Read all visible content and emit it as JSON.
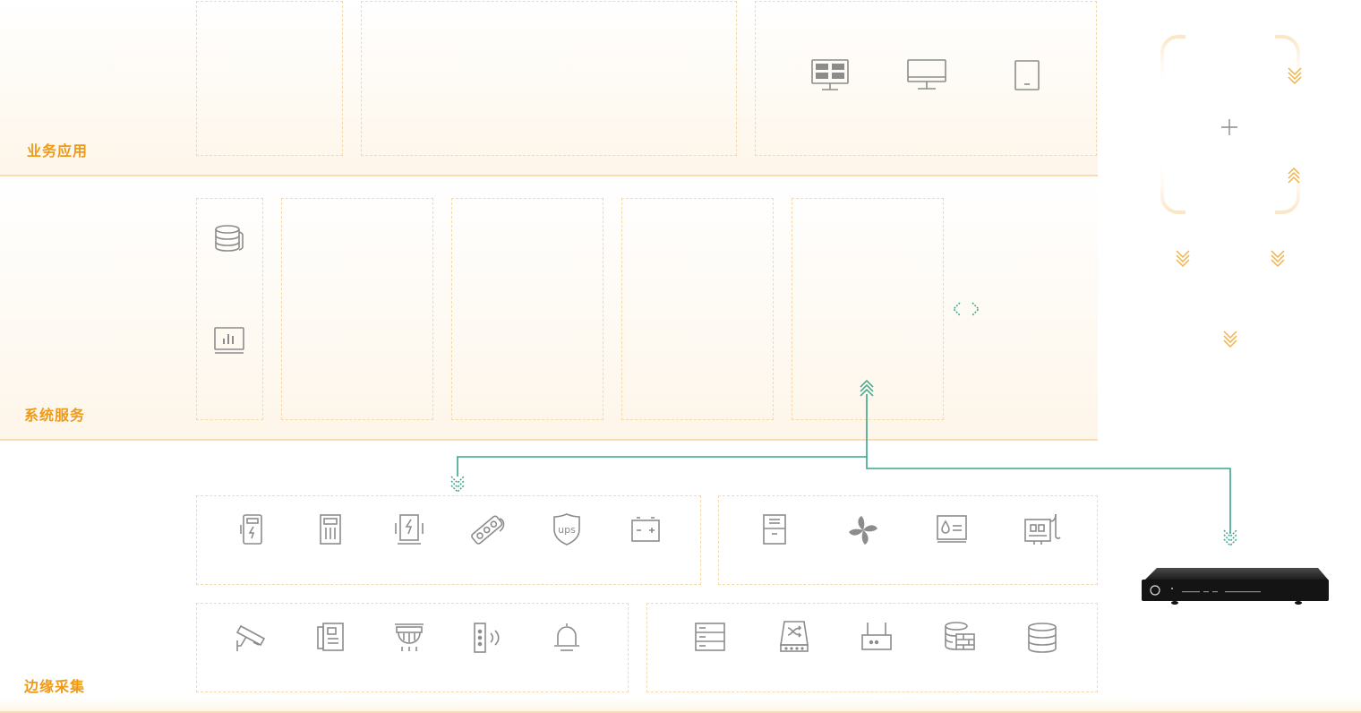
{
  "layers": {
    "business": {
      "label": "业务应用"
    },
    "system": {
      "label": "系统服务"
    },
    "edge": {
      "label": "边缘采集"
    }
  },
  "colors": {
    "accent": "#ee9a19",
    "dashed_border": "#f5d9a8",
    "connector": "#3aa58a",
    "icon": "#8c8c8c",
    "side_arrow": "#f2b24a"
  },
  "icons": {
    "business_terminals": [
      "video-wall-icon",
      "monitor-icon",
      "tablet-icon"
    ],
    "system_tools": [
      "database-icon",
      "dashboard-icon"
    ],
    "power_env": [
      "power-cabinet-icon",
      "distribution-cabinet-icon",
      "charger-icon",
      "power-strip-icon",
      "ups-icon",
      "battery-icon"
    ],
    "environment": [
      "air-conditioner-icon",
      "fan-icon",
      "water-leak-icon",
      "temperature-humidity-icon"
    ],
    "security": [
      "camera-icon",
      "access-control-icon",
      "smoke-detector-icon",
      "infrared-sensor-icon",
      "alarm-bell-icon"
    ],
    "network": [
      "server-icon",
      "switch-icon",
      "router-icon",
      "firewall-icon",
      "storage-icon"
    ],
    "device": "edge-gateway-device"
  }
}
